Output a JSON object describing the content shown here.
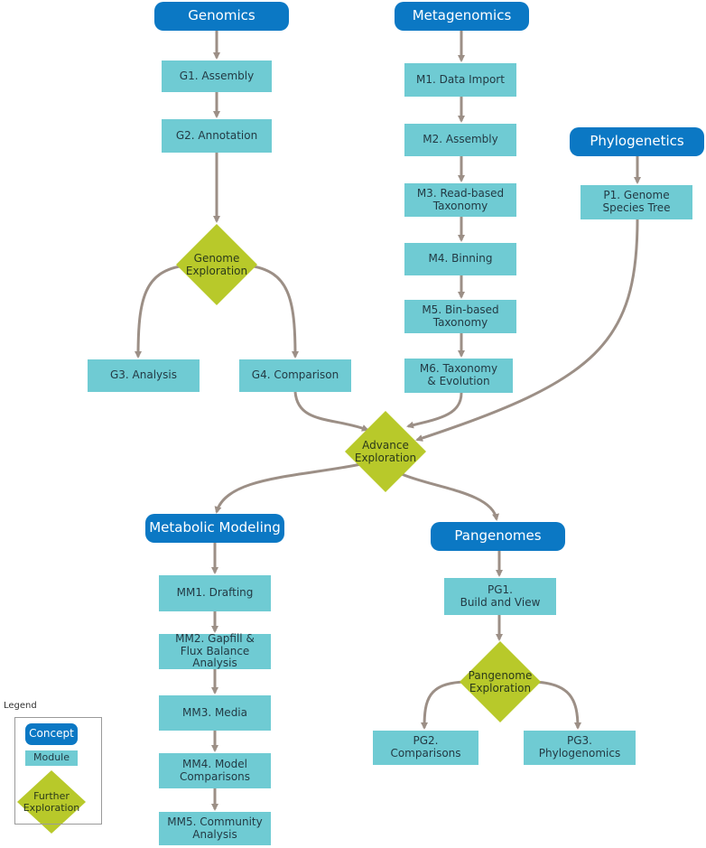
{
  "concepts": {
    "genomics": "Genomics",
    "metagenomics": "Metagenomics",
    "phylogenetics": "Phylogenetics",
    "metabolic_modeling": "Metabolic Modeling",
    "pangenomes": "Pangenomes"
  },
  "modules": {
    "g1": "G1. Assembly",
    "g2": "G2. Annotation",
    "g3": "G3. Analysis",
    "g4": "G4. Comparison",
    "m1": "M1. Data Import",
    "m2": "M2. Assembly",
    "m3": "M3. Read-based\nTaxonomy",
    "m4": "M4. Binning",
    "m5": "M5. Bin-based\nTaxonomy",
    "m6": "M6. Taxonomy\n& Evolution",
    "p1": "P1. Genome\nSpecies Tree",
    "mm1": "MM1. Drafting",
    "mm2": "MM2. Gapfill &\nFlux Balance Analysis",
    "mm3": "MM3. Media",
    "mm4": "MM4. Model\nComparisons",
    "mm5": "MM5. Community\nAnalysis",
    "pg1": "PG1.\nBuild and View",
    "pg2": "PG2.\nComparisons",
    "pg3": "PG3.\nPhylogenomics"
  },
  "explorations": {
    "genome": "Genome\nExploration",
    "advance": "Advance\nExploration",
    "pangenome": "Pangenome\nExploration"
  },
  "legend": {
    "title": "Legend",
    "concept": "Concept",
    "module": "Module",
    "exploration": "Further\nExploration"
  },
  "colors": {
    "concept": "#0b78c4",
    "module": "#6fcbd3",
    "exploration": "#b8c92a",
    "arrow": "#9c8f86"
  }
}
